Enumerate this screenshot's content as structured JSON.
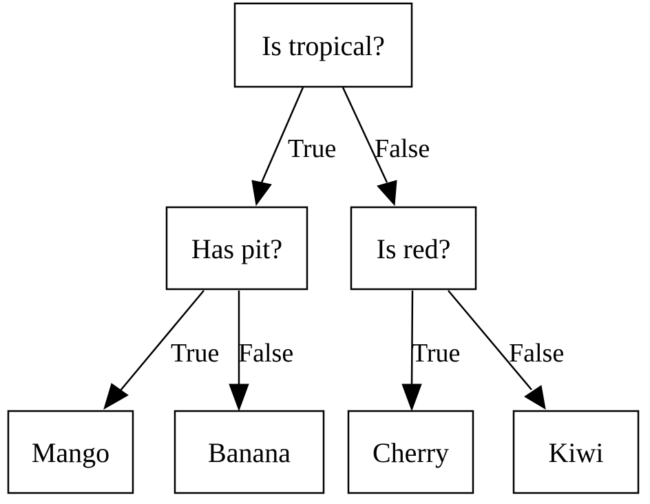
{
  "nodes": {
    "root": "Is tropical?",
    "has_pit": "Has pit?",
    "is_red": "Is red?",
    "mango": "Mango",
    "banana": "Banana",
    "cherry": "Cherry",
    "kiwi": "Kiwi"
  },
  "edges": {
    "root_has_pit": "True",
    "root_is_red": "False",
    "has_pit_mango": "True",
    "has_pit_banana": "False",
    "is_red_cherry": "True",
    "is_red_kiwi": "False"
  }
}
